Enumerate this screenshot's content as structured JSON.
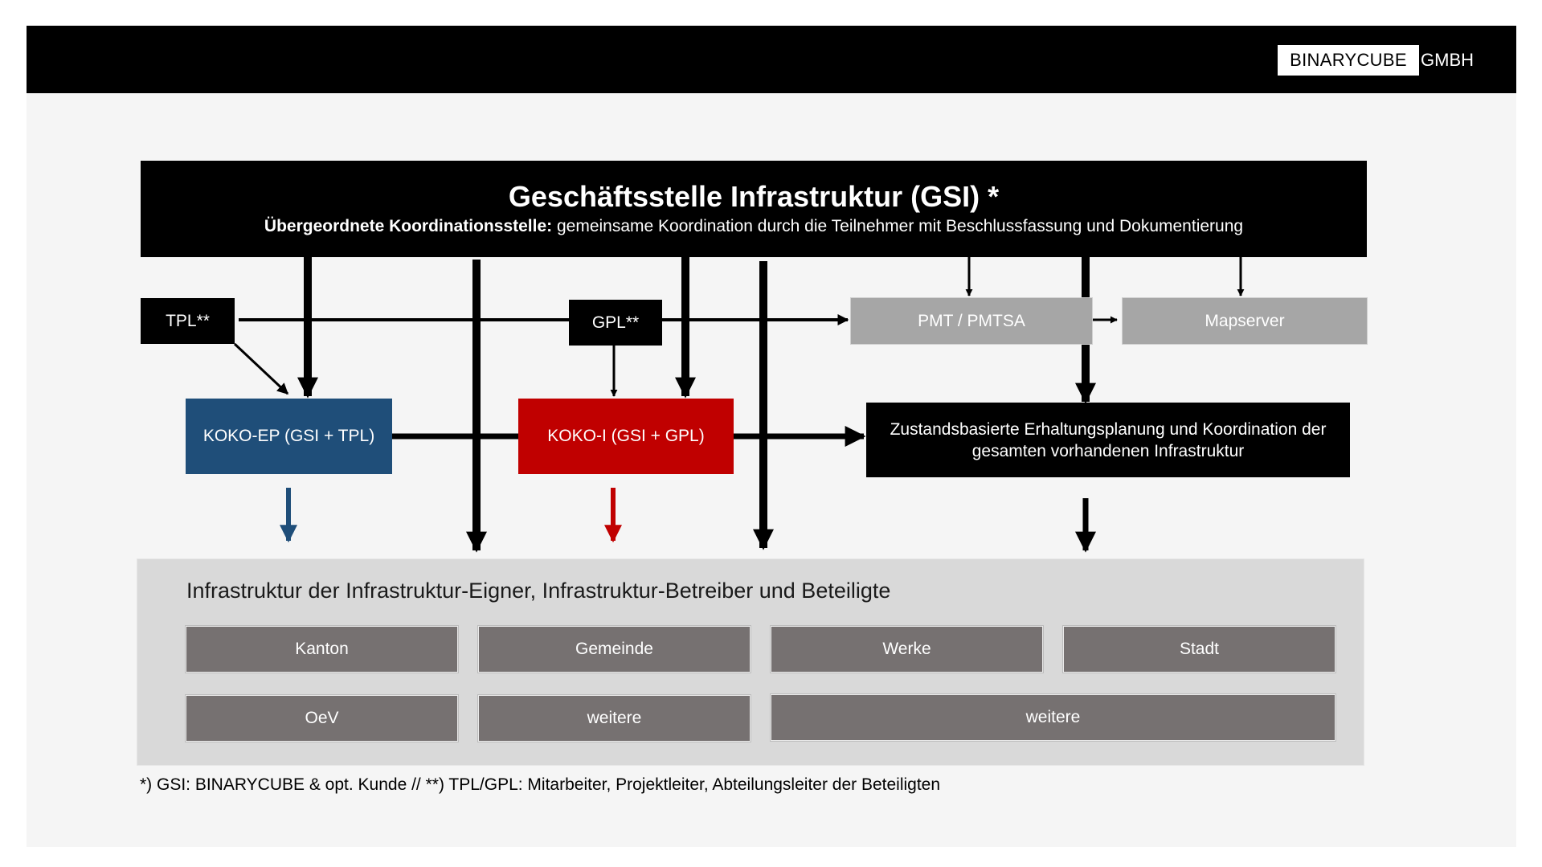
{
  "brand": {
    "name": "BINARYCUBE",
    "suffix": "GMBH"
  },
  "gsi": {
    "title": "Geschäftsstelle Infrastruktur (GSI) *",
    "subtitle_bold": "Übergeordnete Koordinationsstelle:",
    "subtitle_rest": " gemeinsame Koordination durch die Teilnehmer mit Beschlussfassung und Dokumentierung"
  },
  "nodes": {
    "tpl": "TPL**",
    "gpl": "GPL**",
    "pmt": "PMT / PMTSA",
    "mapserver": "Mapserver",
    "koko_ep": "KOKO-EP (GSI + TPL)",
    "koko_i": "KOKO-I (GSI + GPL)",
    "zustand_line1": "Zustandsbasierte Erhaltungsplanung und Koordination der",
    "zustand_line2": "gesamten vorhandenen Infrastruktur"
  },
  "infra": {
    "title": "Infrastruktur der Infrastruktur-Eigner, Infrastruktur-Betreiber und Beteiligte",
    "row1": [
      "Kanton",
      "Gemeinde",
      "Werke",
      "Stadt"
    ],
    "row2": [
      "OeV",
      "weitere",
      "weitere"
    ]
  },
  "footnote": "*) GSI: BINARYCUBE & opt. Kunde //  **) TPL/GPL: Mitarbeiter, Projektleiter, Abteilungsleiter der Beteiligten",
  "colors": {
    "blue": "#1f4e79",
    "red": "#c00000",
    "grey": "#a6a6a6",
    "cell": "#767171"
  }
}
